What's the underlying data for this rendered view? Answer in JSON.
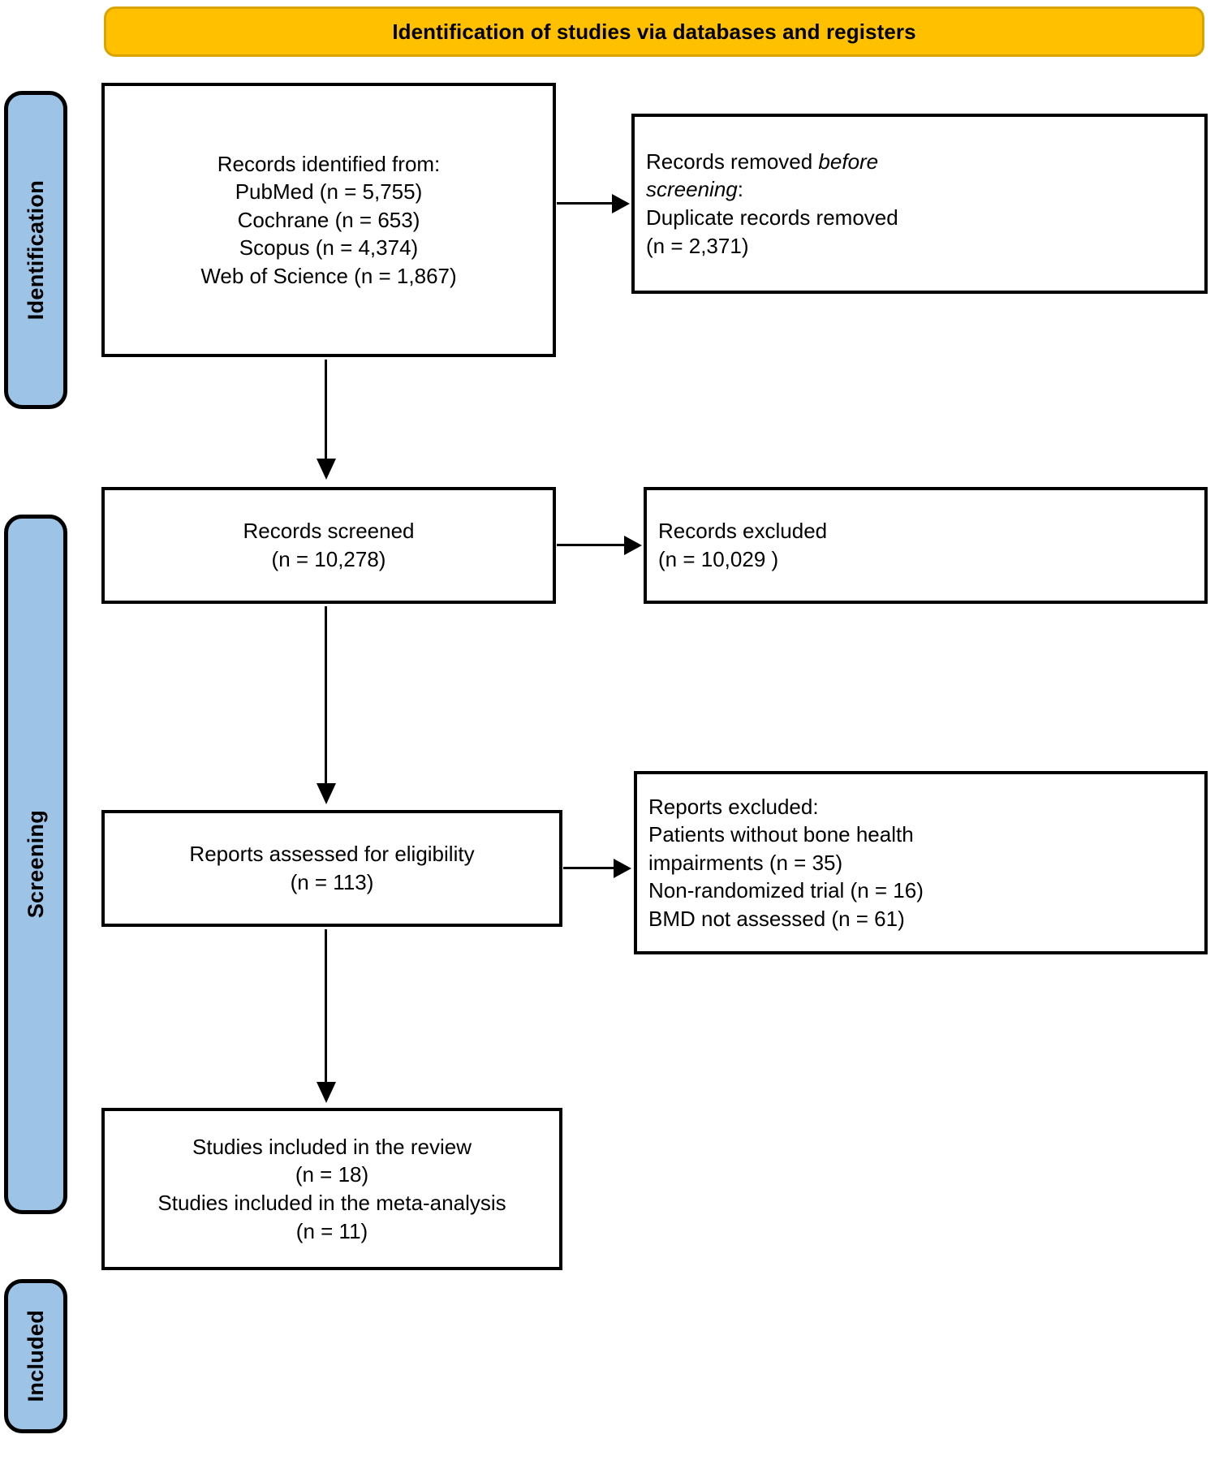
{
  "banner": {
    "title": "Identification of studies via databases and registers"
  },
  "phases": [
    {
      "id": "identification",
      "label": "Identification"
    },
    {
      "id": "screening",
      "label": "Screening"
    },
    {
      "id": "included",
      "label": "Included"
    }
  ],
  "boxes": {
    "identified": {
      "lines": [
        "Records identified from:",
        "PubMed (n = 5,755)",
        "Cochrane (n = 653)",
        "Scopus (n = 4,374)",
        "Web of Science (n = 1,867)"
      ]
    },
    "removed": {
      "line1_prefix": "Records removed ",
      "line1_italic": "before",
      "line2_italic": "screening",
      "line2_suffix": ":",
      "line3": "Duplicate records removed",
      "line4": "(n =  2,371)"
    },
    "screened": {
      "lines": [
        "Records screened",
        "(n = 10,278)"
      ]
    },
    "excluded": {
      "lines": [
        "Records excluded",
        "(n = 10,029 )"
      ]
    },
    "eligibility": {
      "lines": [
        "Reports assessed for eligibility",
        "(n = 113)"
      ]
    },
    "reports_excluded": {
      "lines": [
        "Reports excluded:",
        "Patients without bone health",
        "impairments (n = 35)",
        "Non-randomized trial (n = 16)",
        "BMD not assessed (n = 61)"
      ]
    },
    "included": {
      "lines": [
        "Studies included in the review",
        "(n = 18)",
        "Studies included in the meta-analysis",
        "(n = 11)"
      ]
    }
  },
  "colors": {
    "banner_fill": "#FFC000",
    "banner_border": "#D9A400",
    "phase_fill": "#9DC3E6",
    "outline": "#000000",
    "page_background": "#FFFFFF"
  },
  "chart_data": {
    "type": "diagram",
    "title": "PRISMA 2020 flow diagram",
    "nodes": [
      {
        "id": "identified",
        "phase": "Identification",
        "label": "Records identified from:",
        "counts": {
          "PubMed": 5755,
          "Cochrane": 653,
          "Scopus": 4374,
          "Web of Science": 1867
        }
      },
      {
        "id": "removed",
        "phase": "Identification",
        "label": "Records removed before screening: Duplicate records removed",
        "n": 2371
      },
      {
        "id": "screened",
        "phase": "Screening",
        "label": "Records screened",
        "n": 10278
      },
      {
        "id": "excluded",
        "phase": "Screening",
        "label": "Records excluded",
        "n": 10029
      },
      {
        "id": "eligibility",
        "phase": "Screening",
        "label": "Reports assessed for eligibility",
        "n": 113
      },
      {
        "id": "reports_excluded",
        "phase": "Screening",
        "label": "Reports excluded",
        "reasons": {
          "Patients without bone health impairments": 35,
          "Non-randomized trial": 16,
          "BMD not assessed": 61
        }
      },
      {
        "id": "included",
        "phase": "Included",
        "label": "Studies included in the review / meta-analysis",
        "review_n": 18,
        "meta_analysis_n": 11
      }
    ],
    "edges": [
      {
        "from": "identified",
        "to": "removed",
        "direction": "right"
      },
      {
        "from": "identified",
        "to": "screened",
        "direction": "down"
      },
      {
        "from": "screened",
        "to": "excluded",
        "direction": "right"
      },
      {
        "from": "screened",
        "to": "eligibility",
        "direction": "down"
      },
      {
        "from": "eligibility",
        "to": "reports_excluded",
        "direction": "right"
      },
      {
        "from": "eligibility",
        "to": "included",
        "direction": "down"
      }
    ]
  }
}
